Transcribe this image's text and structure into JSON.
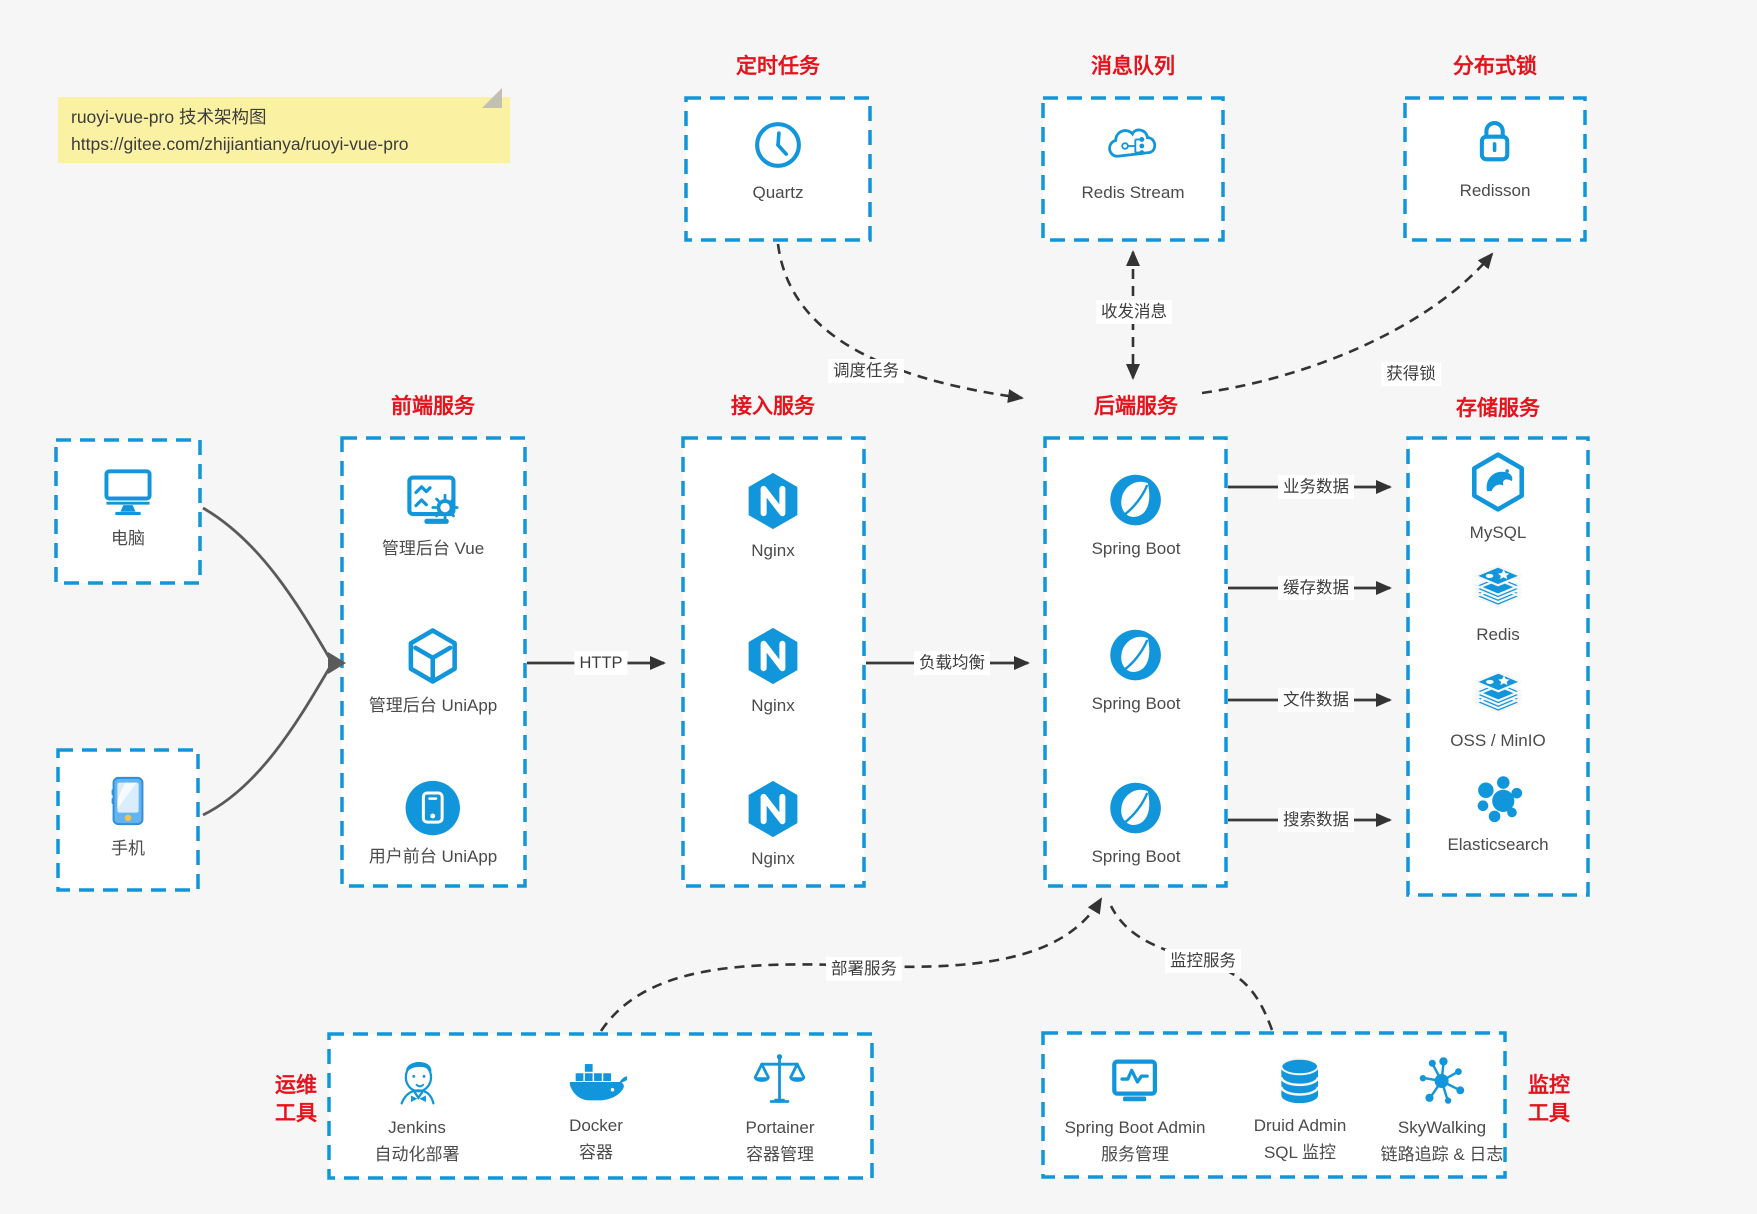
{
  "colors": {
    "accent_blue": "#1296db",
    "title_red": "#e6121c",
    "canvas_gray": "#f6f6f6",
    "note_yellow": "#faf1a3",
    "arrow_dark": "#333333",
    "client_curve_gray": "#5a5a5a"
  },
  "note": {
    "line1": "ruoyi-vue-pro 技术架构图",
    "line2": "https://gitee.com/zhijiantianya/ruoyi-vue-pro"
  },
  "top_services": [
    {
      "title": "定时任务",
      "item": "Quartz",
      "icon": "clock-icon"
    },
    {
      "title": "消息队列",
      "item": "Redis Stream",
      "icon": "cloud-message-icon"
    },
    {
      "title": "分布式锁",
      "item": "Redisson",
      "icon": "lock-icon"
    }
  ],
  "clients": [
    {
      "label": "电脑",
      "icon": "desktop-icon"
    },
    {
      "label": "手机",
      "icon": "smartphone-icon"
    }
  ],
  "frontend": {
    "title": "前端服务",
    "items": [
      {
        "label": "管理后台 Vue",
        "icon": "admin-vue-icon"
      },
      {
        "label": "管理后台 UniApp",
        "icon": "cube-icon"
      },
      {
        "label": "用户前台 UniApp",
        "icon": "user-app-icon"
      }
    ]
  },
  "gateway": {
    "title": "接入服务",
    "items": [
      {
        "label": "Nginx",
        "icon": "nginx-icon"
      },
      {
        "label": "Nginx",
        "icon": "nginx-icon"
      },
      {
        "label": "Nginx",
        "icon": "nginx-icon"
      }
    ]
  },
  "backend": {
    "title": "后端服务",
    "items": [
      {
        "label": "Spring Boot",
        "icon": "spring-boot-icon"
      },
      {
        "label": "Spring Boot",
        "icon": "spring-boot-icon"
      },
      {
        "label": "Spring Boot",
        "icon": "spring-boot-icon"
      }
    ]
  },
  "storage": {
    "title": "存储服务",
    "items": [
      {
        "label": "MySQL",
        "icon": "mysql-icon"
      },
      {
        "label": "Redis",
        "icon": "redis-stack-icon"
      },
      {
        "label": "OSS / MinIO",
        "icon": "redis-stack-icon"
      },
      {
        "label": "Elasticsearch",
        "icon": "elasticsearch-icon"
      }
    ]
  },
  "edges": {
    "http": "HTTP",
    "load_balance": "负载均衡",
    "business_data": "业务数据",
    "cache_data": "缓存数据",
    "file_data": "文件数据",
    "search_data": "搜索数据",
    "schedule": "调度任务",
    "messaging": "收发消息",
    "lock": "获得锁",
    "deploy": "部署服务",
    "monitor": "监控服务"
  },
  "ops": {
    "side_label": [
      "运维",
      "工具"
    ],
    "items": [
      {
        "name": "Jenkins",
        "desc": "自动化部署",
        "icon": "jenkins-icon"
      },
      {
        "name": "Docker",
        "desc": "容器",
        "icon": "docker-icon"
      },
      {
        "name": "Portainer",
        "desc": "容器管理",
        "icon": "portainer-icon"
      }
    ]
  },
  "monitoring": {
    "side_label": [
      "监控",
      "工具"
    ],
    "items": [
      {
        "name": "Spring Boot Admin",
        "desc": "服务管理",
        "icon": "spring-boot-admin-icon"
      },
      {
        "name": "Druid Admin",
        "desc": "SQL 监控",
        "icon": "druid-icon"
      },
      {
        "name": "SkyWalking",
        "desc": "链路追踪 & 日志",
        "icon": "skywalking-icon"
      }
    ]
  }
}
